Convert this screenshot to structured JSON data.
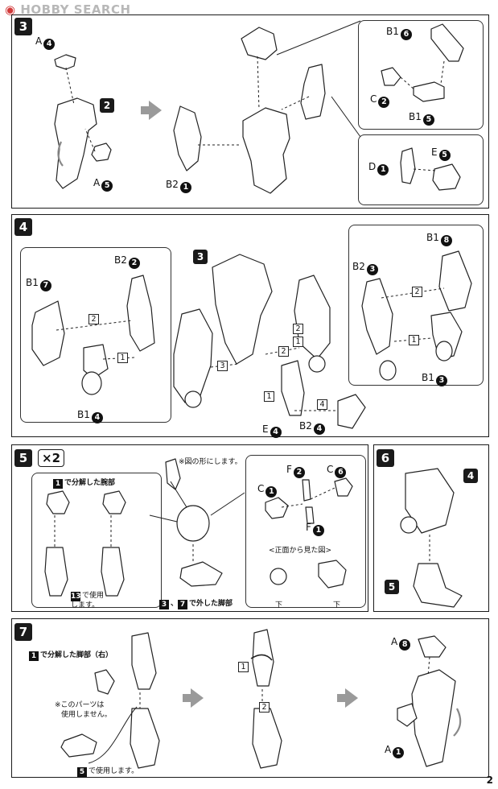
{
  "header": {
    "brand": "HOBBY SEARCH"
  },
  "page_number": "2",
  "steps": [
    {
      "num": "3"
    },
    {
      "num": "4"
    },
    {
      "num": "5",
      "multiplier": "×2"
    },
    {
      "num": "6"
    },
    {
      "num": "7"
    }
  ],
  "step3": {
    "parts": [
      {
        "letter": "A",
        "num": "4"
      },
      {
        "letter": "A",
        "num": "5"
      },
      {
        "letter": "B2",
        "num": "1"
      },
      {
        "letter": "B1",
        "num": "6"
      },
      {
        "letter": "C",
        "num": "2"
      },
      {
        "letter": "B1",
        "num": "5"
      },
      {
        "letter": "D",
        "num": "1"
      },
      {
        "letter": "E",
        "num": "5"
      }
    ],
    "ref_step": "2"
  },
  "step4": {
    "parts": [
      {
        "letter": "B2",
        "num": "2"
      },
      {
        "letter": "B1",
        "num": "7"
      },
      {
        "letter": "B1",
        "num": "4"
      },
      {
        "letter": "B1",
        "num": "8"
      },
      {
        "letter": "B2",
        "num": "3"
      },
      {
        "letter": "B1",
        "num": "3"
      },
      {
        "letter": "E",
        "num": "4"
      },
      {
        "letter": "B2",
        "num": "4"
      }
    ],
    "ref_step": "3",
    "seq": [
      "1",
      "2",
      "2",
      "1",
      "2",
      "3",
      "2",
      "1",
      "1",
      "4"
    ]
  },
  "step5": {
    "arm_label": "で分解した腕部",
    "arm_ref": "1",
    "use_note_ref": "13",
    "use_note": "で使用",
    "use_note2": "します。",
    "shape_note": "※図の形にします。",
    "parts": [
      {
        "letter": "F",
        "num": "2"
      },
      {
        "letter": "C",
        "num": "6"
      },
      {
        "letter": "C",
        "num": "1"
      },
      {
        "letter": "F",
        "num": "1"
      }
    ],
    "front_view": "<正面から見た図>",
    "down": "下",
    "leg_refs": [
      "3",
      "7"
    ],
    "leg_sep": "、",
    "leg_label": "で外した脚部"
  },
  "step6": {
    "refs": [
      "4",
      "5"
    ]
  },
  "step7": {
    "leg_ref": "1",
    "leg_label": "で分解した脚部（右）",
    "unused_note1": "※このパーツは",
    "unused_note2": "使用しません。",
    "use_ref": "5",
    "use_label": "で使用します。",
    "seq": [
      "1",
      "2"
    ],
    "parts": [
      {
        "letter": "A",
        "num": "8"
      },
      {
        "letter": "A",
        "num": "1"
      }
    ]
  }
}
